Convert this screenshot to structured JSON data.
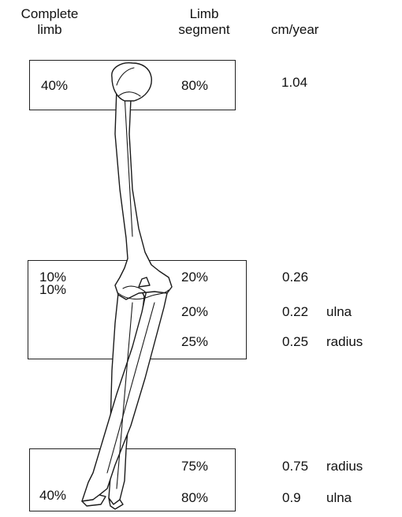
{
  "headers": {
    "complete_limb_line1": "Complete",
    "complete_limb_line2": "limb",
    "limb_segment_line1": "Limb",
    "limb_segment_line2": "segment",
    "rate": "cm/year"
  },
  "upper_box": {
    "complete_limb": "40%",
    "limb_segment": "80%",
    "rate": "1.04"
  },
  "elbow_box": {
    "row1": {
      "complete_limb": "10%",
      "limb_segment": "20%",
      "rate": "0.26",
      "bone": ""
    },
    "row2": {
      "complete_limb": "10%",
      "limb_segment": "20%",
      "rate": "0.22",
      "bone": "ulna"
    },
    "row3": {
      "complete_limb": "",
      "limb_segment": "25%",
      "rate": "0.25",
      "bone": "radius"
    }
  },
  "wrist_box": {
    "row1": {
      "complete_limb": "",
      "limb_segment": "75%",
      "rate": "0.75",
      "bone": "radius"
    },
    "row2": {
      "complete_limb": "40%",
      "limb_segment": "80%",
      "rate": "0.9",
      "bone": "ulna"
    }
  }
}
